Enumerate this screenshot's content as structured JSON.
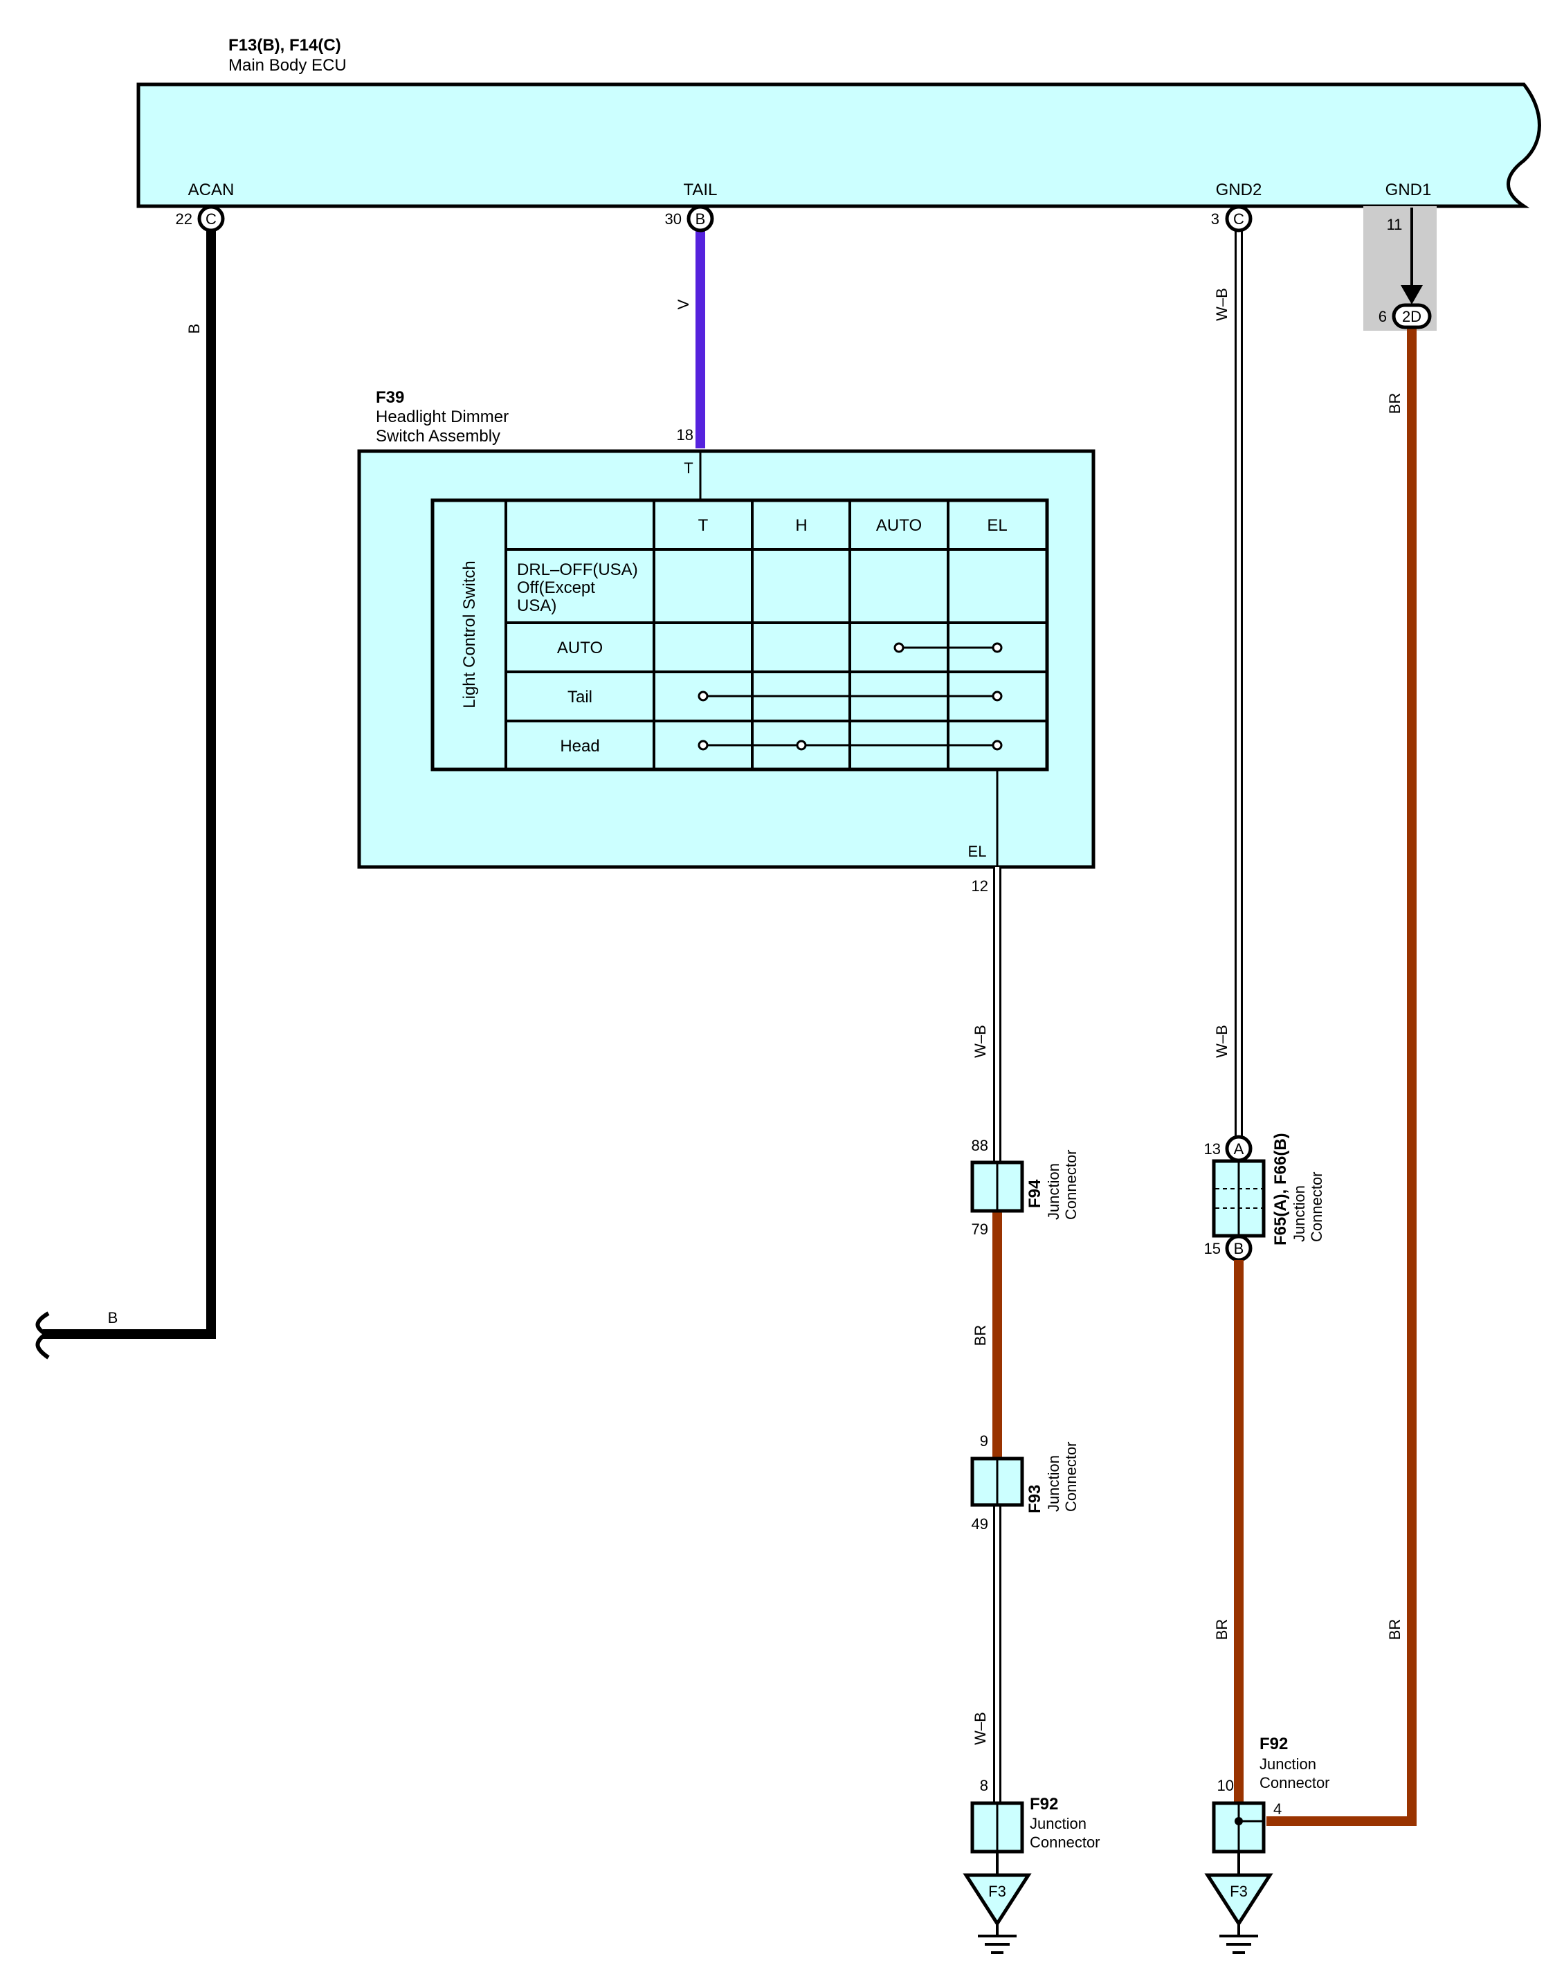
{
  "ecu": {
    "connectors": "F13(B), F14(C)",
    "name": "Main Body ECU",
    "terminals": {
      "acan": {
        "name": "ACAN",
        "pin": "22",
        "conn": "C"
      },
      "tail": {
        "name": "TAIL",
        "pin": "30",
        "conn": "B"
      },
      "gnd2": {
        "name": "GND2",
        "pin": "3",
        "conn": "C"
      },
      "gnd1": {
        "name": "GND1",
        "pin": "11"
      }
    }
  },
  "wires": {
    "acan": "B",
    "acan_lower": "B",
    "tail": "V",
    "gnd2_upper": "W–B",
    "gnd2_lower": "W–B",
    "gnd1": "BR",
    "gnd1_lower": "BR",
    "el_upper": "W–B",
    "el_mid": "BR",
    "el_lower": "W–B",
    "f65_lower": "BR"
  },
  "colors": {
    "component_fill": "#CCFFFF",
    "wire_black": "#000000",
    "wire_violet": "#5522DD",
    "wire_brown": "#993300",
    "grey_block": "#CCCCCC"
  },
  "gnd1_joint": {
    "pin": "6",
    "label": "2D"
  },
  "dimmer": {
    "code": "F39",
    "name_line1": "Headlight Dimmer",
    "name_line2": "Switch Assembly",
    "pin_t": "18",
    "term_t": "T",
    "pin_el": "12",
    "term_el": "EL",
    "table": {
      "side_label": "Light Control Switch",
      "columns": [
        "T",
        "H",
        "AUTO",
        "EL"
      ],
      "rows": [
        {
          "label_lines": [
            "DRL–OFF(USA)",
            "Off(Except",
            "USA)"
          ]
        },
        {
          "label_lines": [
            "AUTO"
          ]
        },
        {
          "label_lines": [
            "Tail"
          ]
        },
        {
          "label_lines": [
            "Head"
          ]
        }
      ]
    }
  },
  "f94": {
    "code": "F94",
    "line1": "Junction",
    "line2": "Connector",
    "pin_in": "88",
    "pin_out": "79"
  },
  "f93": {
    "code": "F93",
    "line1": "Junction",
    "line2": "Connector",
    "pin_in": "9",
    "pin_out": "49"
  },
  "f92_left": {
    "code": "F92",
    "line1": "Junction",
    "line2": "Connector",
    "pin": "8"
  },
  "f65": {
    "code": "F65(A), F66(B)",
    "line1": "Junction",
    "line2": "Connector",
    "pin_in": "13",
    "conn_in": "A",
    "pin_out": "15",
    "conn_out": "B"
  },
  "f92_right": {
    "code": "F92",
    "line1": "Junction",
    "line2": "Connector",
    "pin_a": "10",
    "pin_b": "4"
  },
  "grounds": {
    "left": "F3",
    "right": "F3"
  }
}
